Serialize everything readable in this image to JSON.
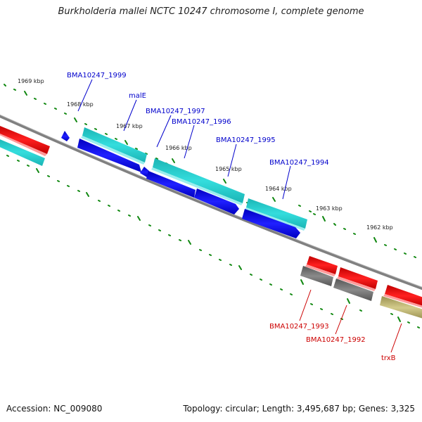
{
  "title": "Burkholderia mallei NCTC 10247 chromosome I, complete genome",
  "accession_text": "Accession: NC_009080",
  "topology_text": "Topology: circular; Length: 3,495,687 bp; Genes: 3,325",
  "ticks": {
    "t1969": "1969 kbp",
    "t1968": "1968 kbp",
    "t1967": "1967 kbp",
    "t1966": "1966 kbp",
    "t1965": "1965 kbp",
    "t1964": "1964 kbp",
    "t1963": "1963 kbp",
    "t1962": "1962 kbp"
  },
  "genes_upper": {
    "g1999": "BMA10247_1999",
    "malE": "malE",
    "g1997": "BMA10247_1997",
    "g1996": "BMA10247_1996",
    "g1995": "BMA10247_1995",
    "g1994": "BMA10247_1994"
  },
  "genes_lower": {
    "g1993": "BMA10247_1993",
    "g1992": "BMA10247_1992",
    "trxB": "trxB"
  },
  "colors": {
    "forward_label": "#0000cc",
    "reverse_label": "#cc0000",
    "cds_cyan": "#22c9c9",
    "cds_blue": "#0a0ae6",
    "cds_red": "#ee0000",
    "cds_gray": "#6e6e6e",
    "cds_olive": "#b8b070",
    "backbone": "#808080",
    "tick": "#118811"
  }
}
